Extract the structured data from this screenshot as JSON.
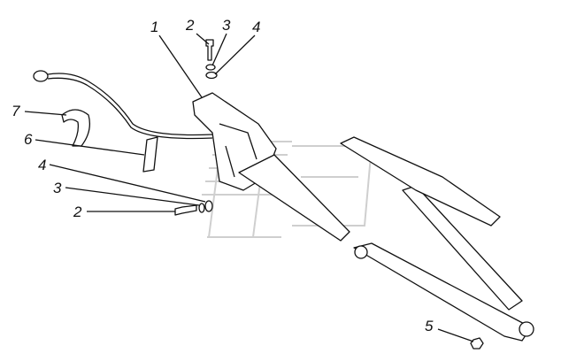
{
  "diagram": {
    "callouts": [
      {
        "id": "c1",
        "text": "1"
      },
      {
        "id": "c2a",
        "text": "2"
      },
      {
        "id": "c3a",
        "text": "3"
      },
      {
        "id": "c4a",
        "text": "4"
      },
      {
        "id": "c7",
        "text": "7"
      },
      {
        "id": "c6",
        "text": "6"
      },
      {
        "id": "c4b",
        "text": "4"
      },
      {
        "id": "c3b",
        "text": "3"
      },
      {
        "id": "c2b",
        "text": "2"
      },
      {
        "id": "c5",
        "text": "5"
      }
    ]
  }
}
